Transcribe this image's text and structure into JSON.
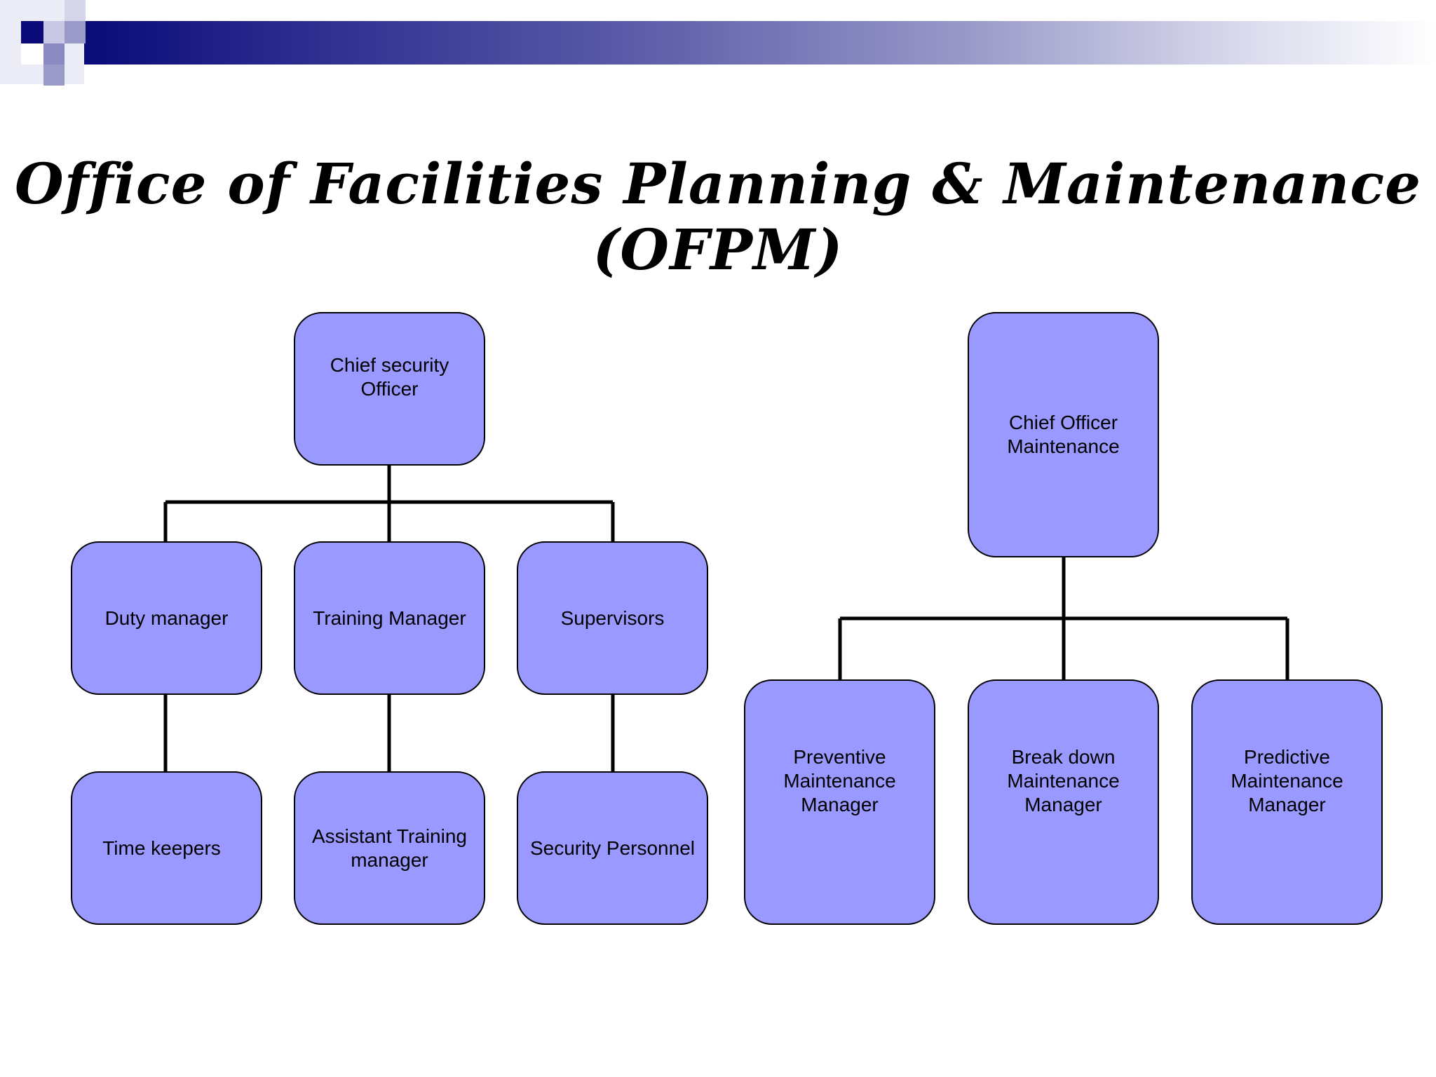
{
  "title": "Office of Facilities Planning & Maintenance (OFPM)",
  "colors": {
    "node_fill": "#9999ff",
    "node_border": "#000000",
    "connector": "#000000",
    "header_dark": "#0a0a78",
    "header_light": "#ffffff"
  },
  "security": {
    "head": "Chief security Officer",
    "level2": [
      "Duty manager",
      "Training Manager",
      "Supervisors"
    ],
    "level3": [
      "Time keepers",
      "Assistant Training\nmanager",
      "Security Personnel"
    ]
  },
  "maintenance": {
    "head": "Chief Officer\nMaintenance",
    "level2": [
      "Preventive\nMaintenance\nManager",
      "Break down\nMaintenance\nManager",
      "Predictive\nMaintenance\nManager"
    ]
  }
}
